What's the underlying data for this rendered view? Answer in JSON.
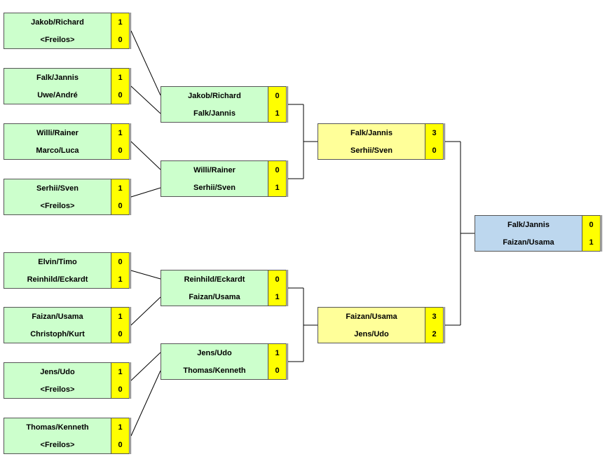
{
  "rounds": [
    {
      "id": "r1",
      "matches": [
        {
          "teams": [
            {
              "name": "Jakob/Richard",
              "score": "1"
            },
            {
              "name": "<Freilos>",
              "score": "0"
            }
          ]
        },
        {
          "teams": [
            {
              "name": "Falk/Jannis",
              "score": "1"
            },
            {
              "name": "Uwe/André",
              "score": "0"
            }
          ]
        },
        {
          "teams": [
            {
              "name": "Willi/Rainer",
              "score": "1"
            },
            {
              "name": "Marco/Luca",
              "score": "0"
            }
          ]
        },
        {
          "teams": [
            {
              "name": "Serhii/Sven",
              "score": "1"
            },
            {
              "name": "<Freilos>",
              "score": "0"
            }
          ]
        },
        {
          "teams": [
            {
              "name": "Elvin/Timo",
              "score": "0"
            },
            {
              "name": "Reinhild/Eckardt",
              "score": "1"
            }
          ]
        },
        {
          "teams": [
            {
              "name": "Faizan/Usama",
              "score": "1"
            },
            {
              "name": "Christoph/Kurt",
              "score": "0"
            }
          ]
        },
        {
          "teams": [
            {
              "name": "Jens/Udo",
              "score": "1"
            },
            {
              "name": "<Freilos>",
              "score": "0"
            }
          ]
        },
        {
          "teams": [
            {
              "name": "Thomas/Kenneth",
              "score": "1"
            },
            {
              "name": "<Freilos>",
              "score": "0"
            }
          ]
        }
      ]
    },
    {
      "id": "r2",
      "matches": [
        {
          "teams": [
            {
              "name": "Jakob/Richard",
              "score": "0"
            },
            {
              "name": "Falk/Jannis",
              "score": "1"
            }
          ]
        },
        {
          "teams": [
            {
              "name": "Willi/Rainer",
              "score": "0"
            },
            {
              "name": "Serhii/Sven",
              "score": "1"
            }
          ]
        },
        {
          "teams": [
            {
              "name": "Reinhild/Eckardt",
              "score": "0"
            },
            {
              "name": "Faizan/Usama",
              "score": "1"
            }
          ]
        },
        {
          "teams": [
            {
              "name": "Jens/Udo",
              "score": "1"
            },
            {
              "name": "Thomas/Kenneth",
              "score": "0"
            }
          ]
        }
      ]
    },
    {
      "id": "r3",
      "matches": [
        {
          "teams": [
            {
              "name": "Falk/Jannis",
              "score": "3"
            },
            {
              "name": "Serhii/Sven",
              "score": "0"
            }
          ]
        },
        {
          "teams": [
            {
              "name": "Faizan/Usama",
              "score": "3"
            },
            {
              "name": "Jens/Udo",
              "score": "2"
            }
          ]
        }
      ]
    },
    {
      "id": "r4",
      "matches": [
        {
          "teams": [
            {
              "name": "Falk/Jannis",
              "score": "0"
            },
            {
              "name": "Faizan/Usama",
              "score": "1"
            }
          ]
        }
      ]
    }
  ],
  "colors": {
    "round_early_bg": "#ccffcc",
    "semifinal_bg": "#ffff99",
    "final_bg": "#bdd7ee",
    "score_bg": "#ffff00",
    "line": "#000000"
  }
}
